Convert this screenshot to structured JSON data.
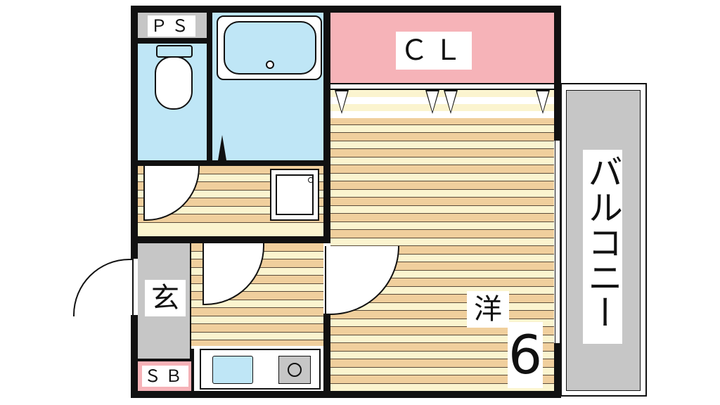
{
  "labels": {
    "ps": "ＰＳ",
    "cl": "ＣＬ",
    "balcony": "バルコニー",
    "genkan": "玄",
    "sb": "ＳＢ",
    "western_room": "洋",
    "size": "6"
  },
  "colors": {
    "wall": "#111111",
    "wet_area": "#bfe6f6",
    "closet": "#f6b3b8",
    "entrance": "#c6c6c6",
    "floor_wood": "#f0cf9d",
    "floor_light": "#fbf4cf",
    "balcony": "#c6c6c6"
  }
}
